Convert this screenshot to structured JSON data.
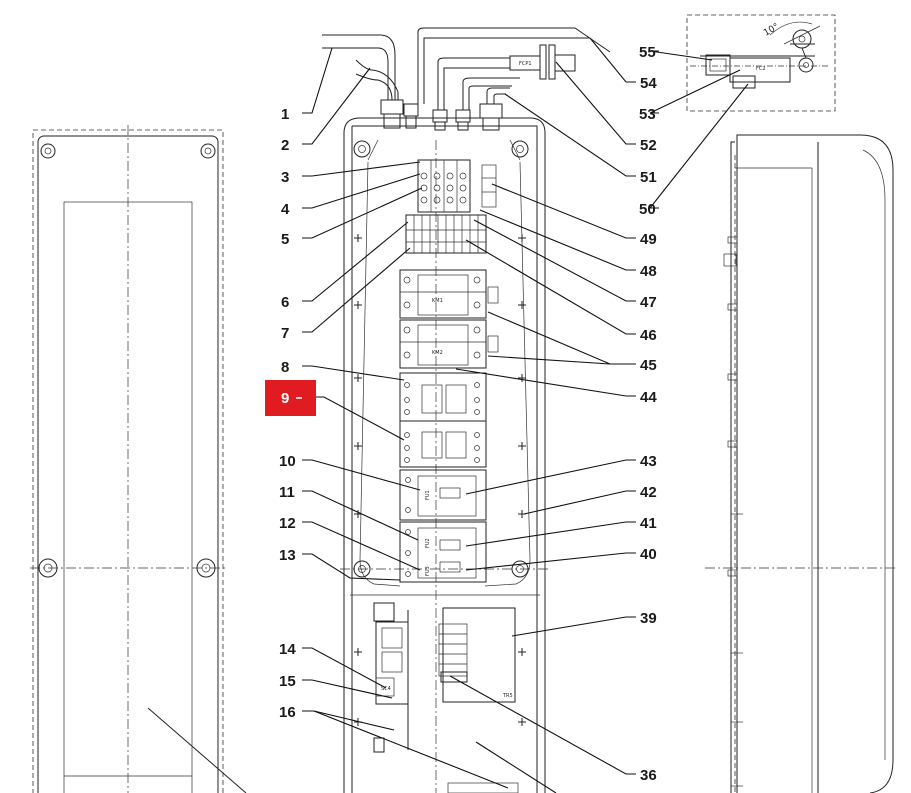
{
  "callouts_left": [
    {
      "id": "c1",
      "label": "1"
    },
    {
      "id": "c2",
      "label": "2"
    },
    {
      "id": "c3",
      "label": "3"
    },
    {
      "id": "c4",
      "label": "4"
    },
    {
      "id": "c5",
      "label": "5"
    },
    {
      "id": "c6",
      "label": "6"
    },
    {
      "id": "c7",
      "label": "7"
    },
    {
      "id": "c8",
      "label": "8"
    },
    {
      "id": "c9",
      "label": "9",
      "highlighted": true
    },
    {
      "id": "c10",
      "label": "10"
    },
    {
      "id": "c11",
      "label": "11"
    },
    {
      "id": "c12",
      "label": "12"
    },
    {
      "id": "c13",
      "label": "13"
    },
    {
      "id": "c14",
      "label": "14"
    },
    {
      "id": "c15",
      "label": "15"
    },
    {
      "id": "c16",
      "label": "16"
    }
  ],
  "callouts_right": [
    {
      "id": "c55",
      "label": "55"
    },
    {
      "id": "c54",
      "label": "54"
    },
    {
      "id": "c53",
      "label": "53"
    },
    {
      "id": "c52",
      "label": "52"
    },
    {
      "id": "c51",
      "label": "51"
    },
    {
      "id": "c50",
      "label": "50"
    },
    {
      "id": "c49",
      "label": "49"
    },
    {
      "id": "c48",
      "label": "48"
    },
    {
      "id": "c47",
      "label": "47"
    },
    {
      "id": "c46",
      "label": "46"
    },
    {
      "id": "c45",
      "label": "45"
    },
    {
      "id": "c44",
      "label": "44"
    },
    {
      "id": "c43",
      "label": "43"
    },
    {
      "id": "c42",
      "label": "42"
    },
    {
      "id": "c41",
      "label": "41"
    },
    {
      "id": "c40",
      "label": "40"
    },
    {
      "id": "c39",
      "label": "39"
    },
    {
      "id": "c36",
      "label": "36"
    }
  ],
  "component_labels": {
    "fcp1": "FCP1",
    "fc2": "FC2",
    "km1": "KM1",
    "km2": "KM2",
    "fu1": "FU1",
    "fu2": "FU2",
    "fu3": "FU3",
    "tr5": "TR5",
    "sc4": "SC4"
  },
  "angle_label": "10°",
  "colors": {
    "highlight": "#e01b22",
    "line": "#222222",
    "background": "#ffffff"
  }
}
